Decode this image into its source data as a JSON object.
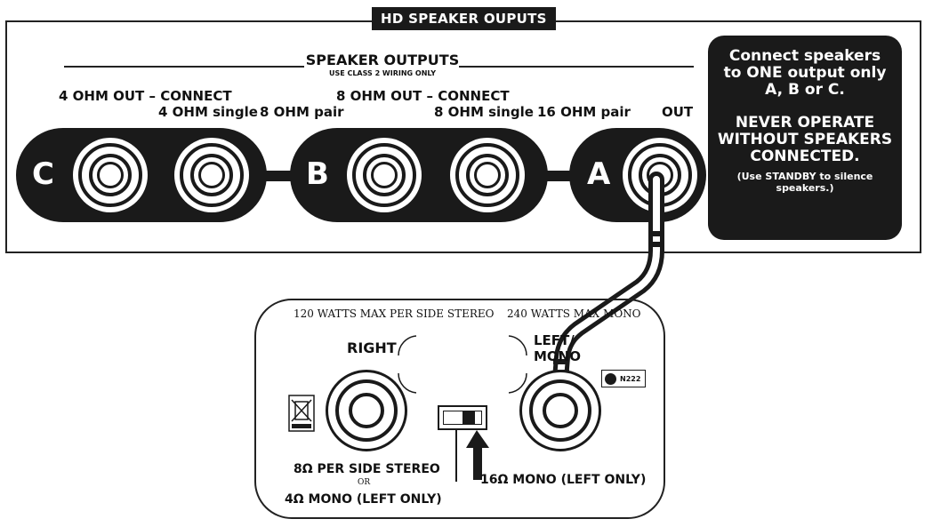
{
  "panel": {
    "title": "HD SPEAKER OUPUTS",
    "section_title": "SPEAKER OUTPUTS",
    "section_subtitle": "USE CLASS 2 WIRING ONLY",
    "c_label_line1": "4 OHM OUT – CONNECT",
    "c_label_line2": "4 OHM single",
    "c_b_label": "8 OHM pair",
    "b_label_line1": "8 OHM OUT – CONNECT",
    "b_label_line2": "8 OHM single",
    "a_label": "16 OHM pair",
    "a_label_out": "OUT",
    "jack_letters": [
      "C",
      "B",
      "A"
    ]
  },
  "warning": {
    "line1": "Connect speakers",
    "line2": "to ONE output only",
    "line3": "A, B or C.",
    "line4": "NEVER OPERATE",
    "line5": "WITHOUT SPEAKERS",
    "line6": "CONNECTED.",
    "line7": "(Use STANDBY to silence",
    "line8": "speakers.)"
  },
  "amp": {
    "stereo_text": "120 WATTS MAX PER SIDE STEREO",
    "mono_text": "240 WATTS MAX MONO",
    "right_label": "RIGHT",
    "left_label_line1": "LEFT/",
    "left_label_line2": "MONO",
    "badge": "N222",
    "stereo_line": "8Ω PER SIDE STEREO",
    "or_text": "OR",
    "mono4_line": "4Ω MONO (LEFT ONLY)",
    "mono16_line": "16Ω MONO (LEFT ONLY)"
  },
  "colors": {
    "dark": "#1a1a1a",
    "background": "#ffffff"
  }
}
